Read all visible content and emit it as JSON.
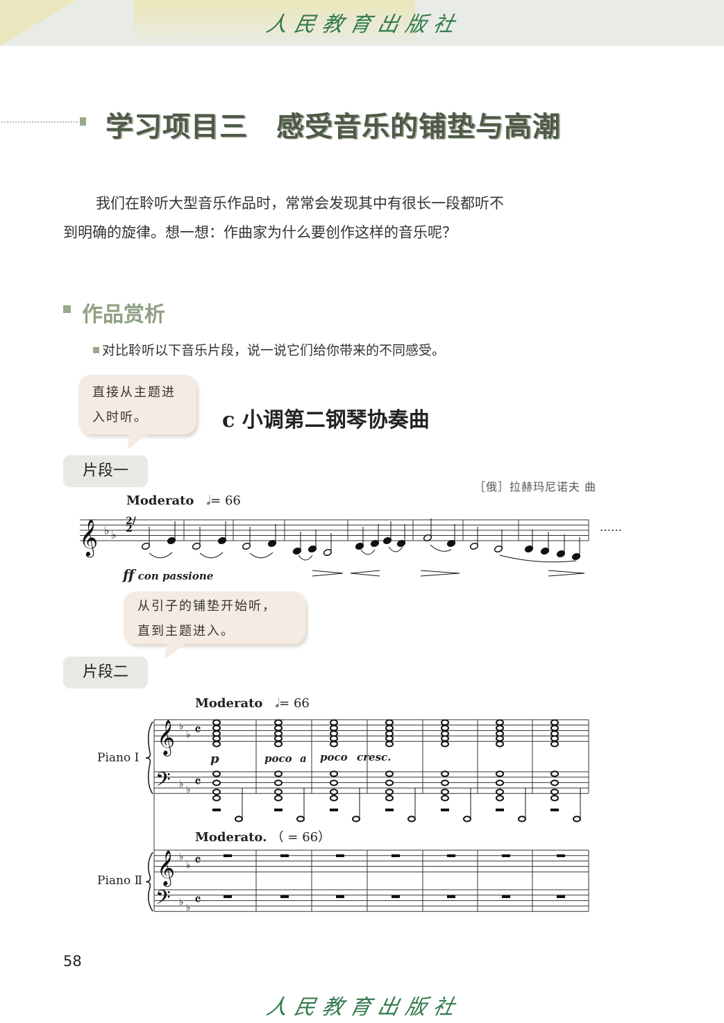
{
  "header": {
    "publisher_logo": "人民教育出版社"
  },
  "title": "学习项目三　感受音乐的铺垫与高潮",
  "intro": {
    "line1": "我们在聆听大型音乐作品时，常常会发现其中有很长一段都听不",
    "line2": "到明确的旋律。想一想：作曲家为什么要创作这样的音乐呢？"
  },
  "section": {
    "title": "作品赏析",
    "task": "对比聆听以下音乐片段，说一说它们给你带来的不同感受。"
  },
  "bubble1": {
    "line1": "直接从主题进",
    "line2": "入时听。"
  },
  "bubble2": {
    "line1": "从引子的铺垫开始听，",
    "line2": "直到主题进入。"
  },
  "piece_title": "c 小调第二钢琴协奏曲",
  "composer": "［俄］拉赫玛尼诺夫 曲",
  "excerpt1": {
    "label": "片段一",
    "tempo": "Moderato",
    "tempo_value": "= 66",
    "dynamic": "ff",
    "expression": "con  passione",
    "continuation": "……",
    "time_signature": "2/2"
  },
  "excerpt2": {
    "label": "片段二",
    "tempo1": "Moderato",
    "tempo1_value": "= 66",
    "tempo2": "Moderato.",
    "tempo2_value": "（  = 66）",
    "piano1": "Piano Ⅰ",
    "piano2": "Piano Ⅱ",
    "dynamics": [
      "p",
      "poco",
      "a",
      "poco",
      "cresc."
    ]
  },
  "page_number": "58",
  "footer": {
    "publisher_logo": "人民教育出版社"
  }
}
